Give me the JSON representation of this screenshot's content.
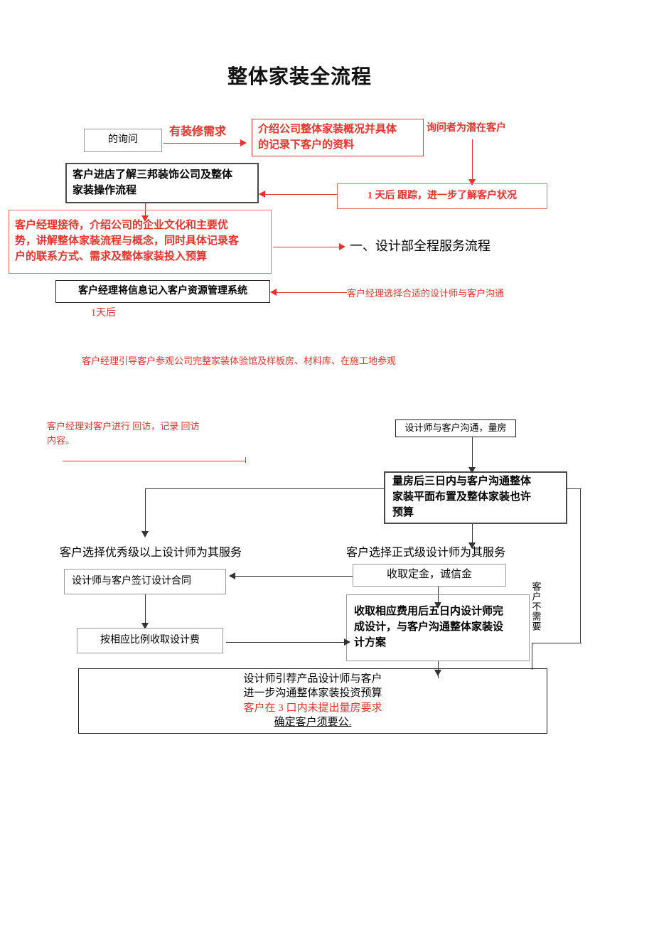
{
  "document": {
    "title": "整体家装全流程"
  },
  "section_heading": "一、设计部全程服务流程",
  "top_flow": {
    "inquiry_box": "的询问",
    "edge_has_need": "有装修需求",
    "intro_box": "介绍公司整体家装概况并具体\n的记录下客户的资料",
    "inquirer_note": "询问者为潜在客户",
    "followup_box": "1 天后    跟踪，进一步了解客户状况",
    "store_visit_box": "客户进店了解三邦装饰公司及整体\n家装操作流程",
    "manager_reception_box": "客户经理接待，介绍公司的企业文化和主要优\n势，讲解整体家装流程与概念，同时具体记录客\n户的联系方式、需求及整体家装投入预算",
    "crm_box": "客户经理将信息记入客户资源管理系统",
    "one_day_later": "1天后",
    "manager_picks_designer": "客户经理选择合适的设计师与客户沟通"
  },
  "mid_flow": {
    "tour_note": "客户经理引导客户参观公司完整家装体验馆及样板房、材料库、在施工地参观",
    "revisit_note": "客户经理对客户进行 回访，记录 回访\n内容。"
  },
  "design_flow": {
    "measure_box": "设计师与客户沟通，量房",
    "plan_box": "量房后三日内与客户沟通整体\n家装平面布置及整体家装也许\n预算",
    "branch_left_label": "客户选择优秀级以上设计师为其服务",
    "branch_right_label": "客户选择正式级设计师为其服务",
    "contract_box": "设计师与客户签订设计合同",
    "fee_box": "按相应比例收取设计费",
    "deposit_box": "收取定金，诚信金",
    "design_complete_box": "收取相应费用后五日内设计师完\n成设计，与客户沟通整体家装设\n计方案",
    "customer_not_needed_label": "客户不需要",
    "final_box": {
      "line1": "设计师引荐产品设计师与客户",
      "line2": "进一步沟通整体家装投资预算",
      "line3": "客户在 3 口内未提出量房要求",
      "line4": "确定客户须要公."
    }
  },
  "colors": {
    "red": "#e8332a",
    "gray_border": "#9a9a9a",
    "dark_border": "#4a4a4a",
    "black": "#222222"
  }
}
